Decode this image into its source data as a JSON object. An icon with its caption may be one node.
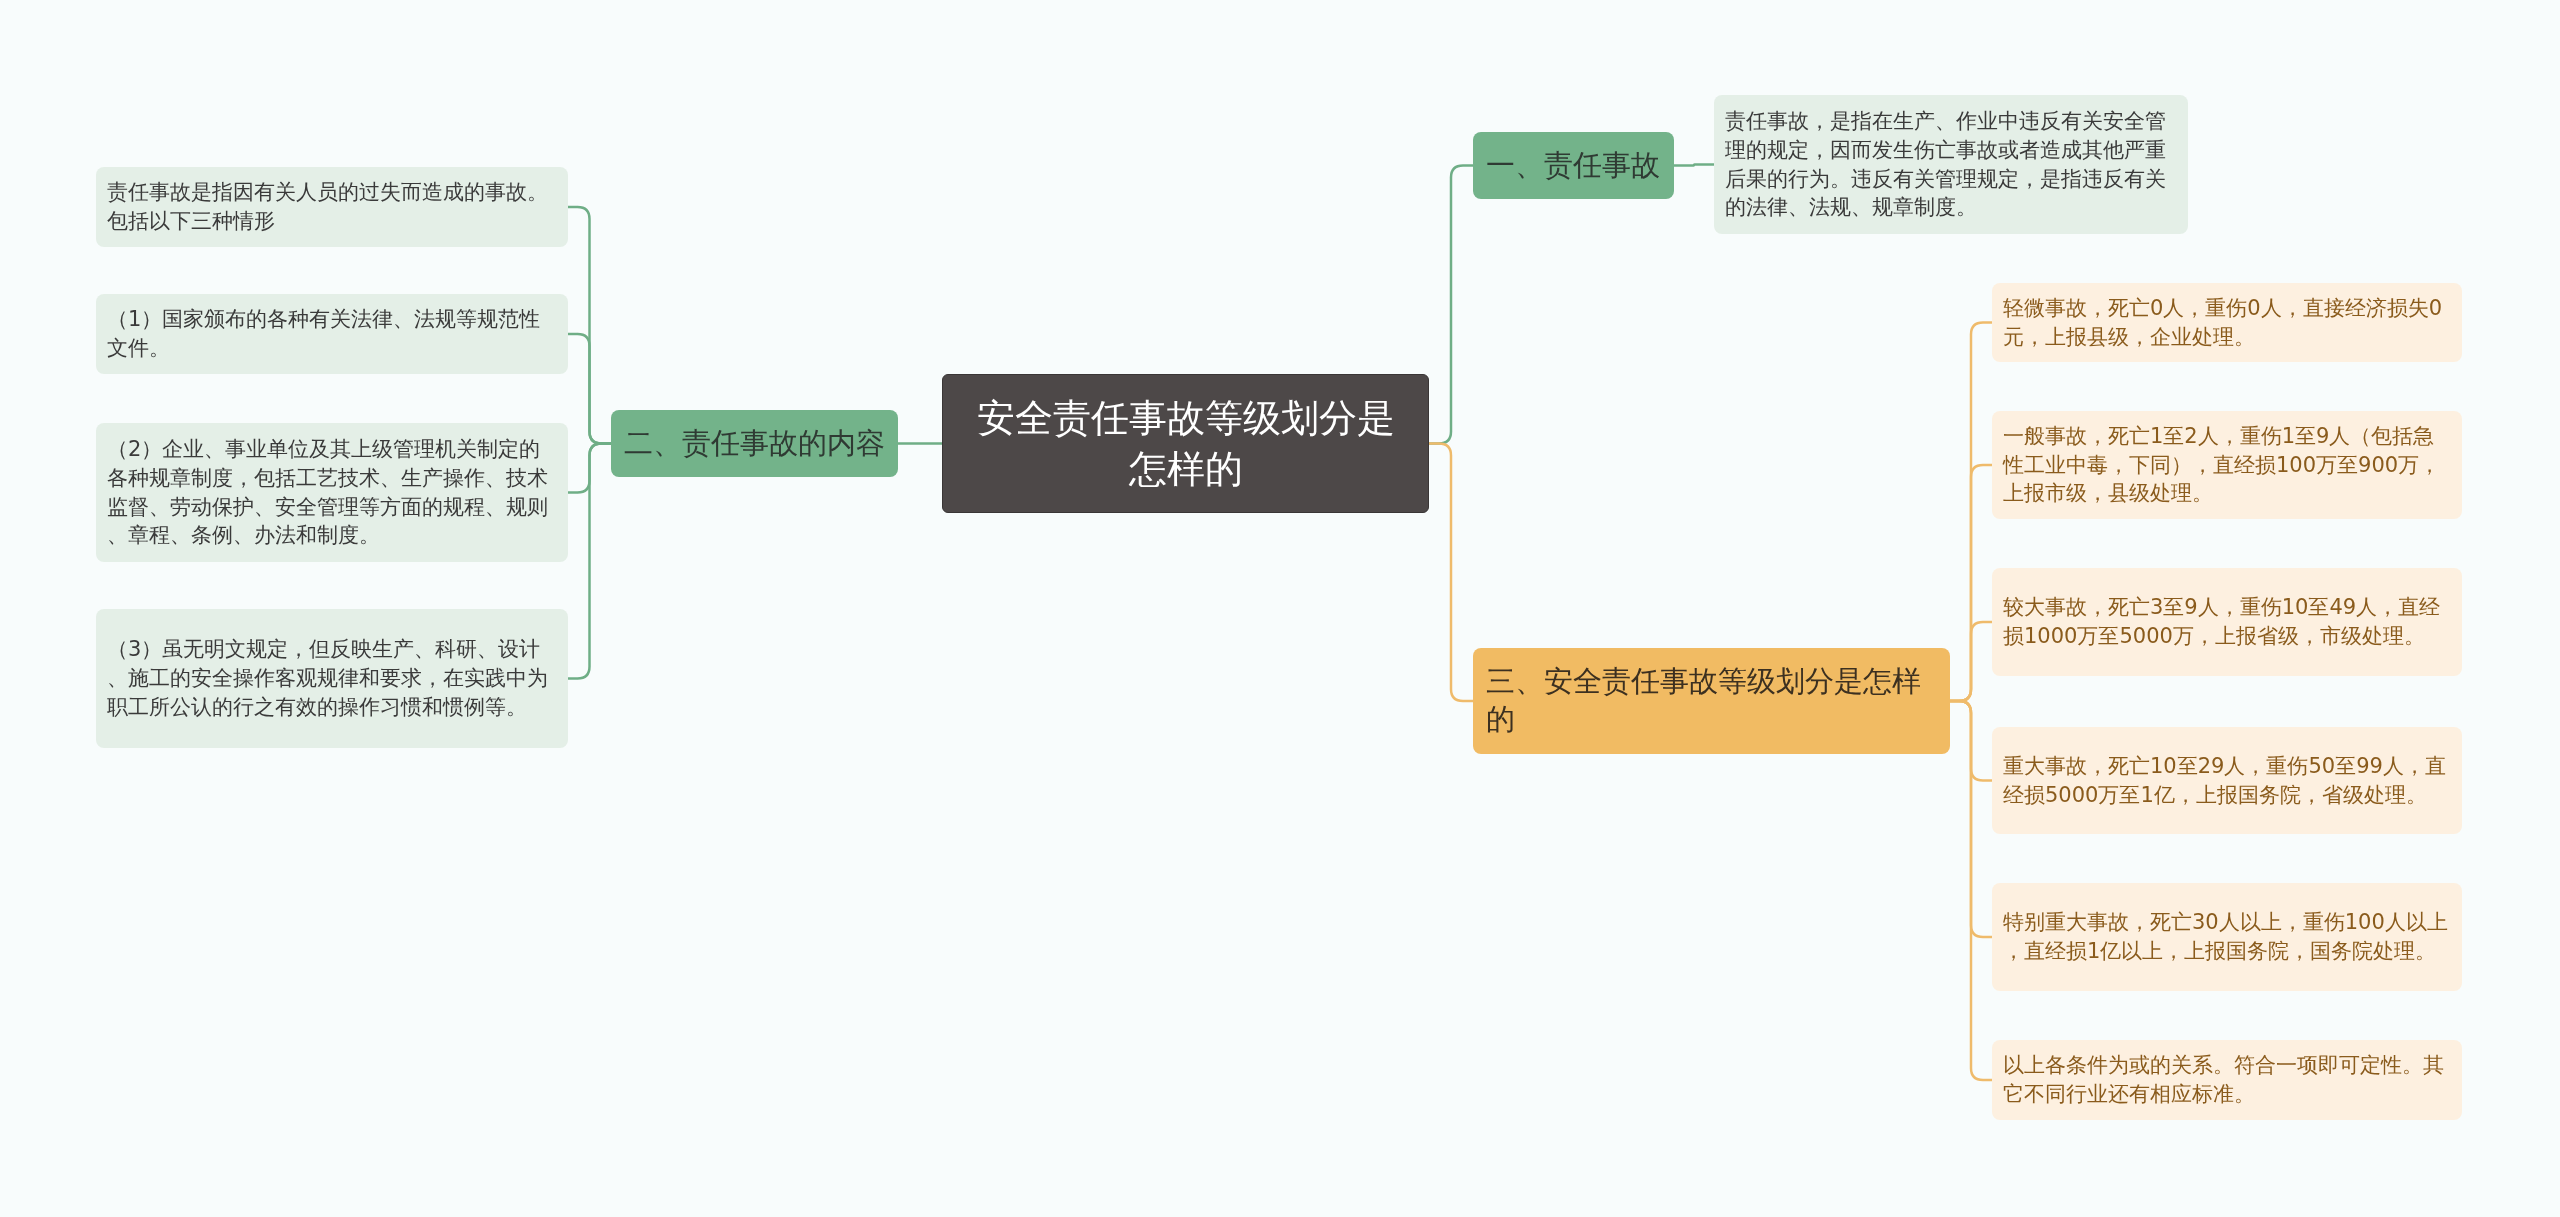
{
  "diagram": {
    "nodes": [
      {
        "text": [
          "安全责任事故等级划分是怎样的"
        ]
      },
      {
        "text": [
          "二、责任事故的内容"
        ]
      },
      {
        "text": [
          "责任事故是指因有关人员的过失而造成的事故。包括以下三种情形"
        ]
      },
      {
        "text": [
          "（1）国家颁布的各种有关法律、法规等规范性文件。"
        ]
      },
      {
        "text": [
          "（2）企业、事业单位及其上级管理机关制定的各种规章制度，包括工艺技术、生产操作、技术监督、劳动保护、安全管理等方面的规程、规则、章程、条例、办法和制度。"
        ]
      },
      {
        "text": [
          "（3）虽无明文规定，但反映生产、科研、设计、施工的安全操作客观规律和要求，在实践中为职工所公认的行之有效的操作习惯和惯例等。"
        ]
      },
      {
        "text": [
          "一、责任事故"
        ]
      },
      {
        "text": [
          "责任事故，是指在生产、作业中违反有关安全管理的规定，因而发生伤亡事故或者造成其他严重后果的行为。违反有关管理规定，是指违反有关的法律、法规、规章制度。"
        ]
      },
      {
        "text": [
          "三、安全责任事故等级划分是怎样的"
        ]
      },
      {
        "text": [
          "轻微事故，死亡0人，重伤0人，直接经济损失0元，上报县级，企业处理。"
        ]
      },
      {
        "text": [
          "一般事故，死亡1至2人，重伤1至9人（包括急性工业中毒，下同），直经损100万至900万，上报市级，县级处理。"
        ]
      },
      {
        "text": [
          "较大事故，死亡3至9人，重伤10至49人，直经损1000万至5000万，上报省级，市级处理。"
        ]
      },
      {
        "text": [
          "重大事故，死亡10至29人，重伤50至99人，直经损5000万至1亿，上报国务院，省级处理。"
        ]
      },
      {
        "text": [
          "特别重大事故，死亡30人以上，重伤100人以上，直经损1亿以上，上报国务院，国务院处理。"
        ]
      },
      {
        "text": [
          "以上各条件为或的关系。符合一项即可定性。其它不同行业还有相应标准。"
        ]
      }
    ],
    "edges": [
      {
        "from": 0,
        "to": 1,
        "arrow": "none"
      },
      {
        "from": 1,
        "to": 2,
        "arrow": "none"
      },
      {
        "from": 1,
        "to": 3,
        "arrow": "none"
      },
      {
        "from": 1,
        "to": 4,
        "arrow": "none"
      },
      {
        "from": 1,
        "to": 5,
        "arrow": "none"
      },
      {
        "from": 0,
        "to": 6,
        "arrow": "none"
      },
      {
        "from": 6,
        "to": 7,
        "arrow": "none"
      },
      {
        "from": 0,
        "to": 8,
        "arrow": "none",
        "color": "#efbb6b"
      },
      {
        "from": 8,
        "to": 9,
        "arrow": "none",
        "color": "#efbb6b"
      },
      {
        "from": 8,
        "to": 10,
        "arrow": "none",
        "color": "#efbb6b"
      },
      {
        "from": 8,
        "to": 11,
        "arrow": "none",
        "color": "#efbb6b"
      },
      {
        "from": 8,
        "to": 12,
        "arrow": "none",
        "color": "#efbb6b"
      },
      {
        "from": 8,
        "to": 13,
        "arrow": "none",
        "color": "#efbb6b"
      },
      {
        "from": 8,
        "to": 14,
        "arrow": "none",
        "color": "#efbb6b"
      }
    ]
  }
}
